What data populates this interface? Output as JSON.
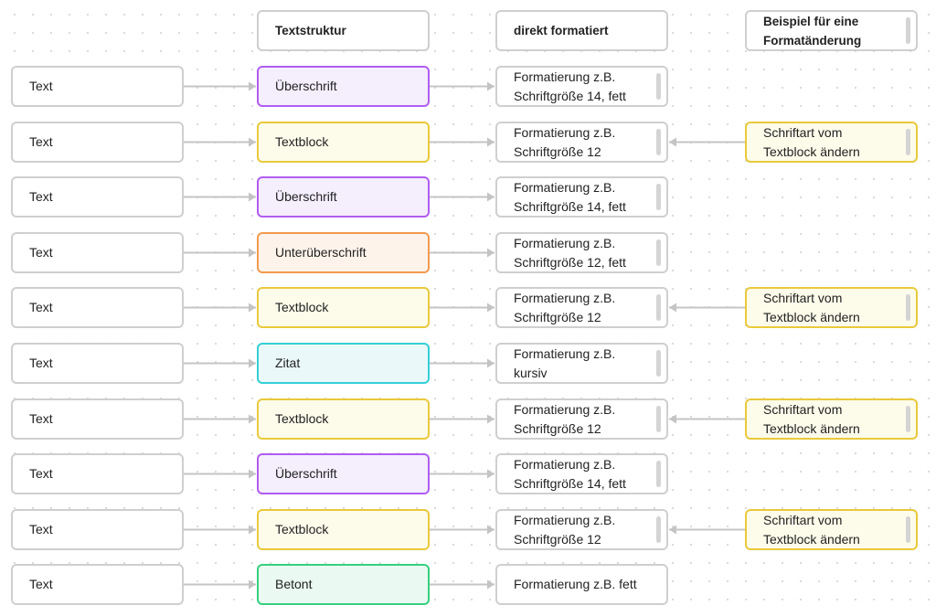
{
  "headers": {
    "structure": "Textstruktur",
    "direct": "direkt formatiert",
    "example": "Beispiel für eine\nFormatänderung"
  },
  "colors": {
    "heading": {
      "border": "#b15cf0",
      "fill": "#f4eefd"
    },
    "textblock": {
      "border": "#e9c93a",
      "fill": "#fdfbea"
    },
    "subheading": {
      "border": "#f39a4e",
      "fill": "#fef3ea"
    },
    "quote": {
      "border": "#34cfd6",
      "fill": "#eaf8f9"
    },
    "emphasis": {
      "border": "#34d07e",
      "fill": "#eaf9f1"
    },
    "neutral": {
      "border": "#cfcfcf",
      "fill": "#ffffff"
    },
    "connector": "#c4c4c4"
  },
  "rows": [
    {
      "source": "Text",
      "structure": "Überschrift",
      "kind": "heading",
      "format": "Formatierung z.B.\nSchriftgröße 14, fett",
      "example": null
    },
    {
      "source": "Text",
      "structure": "Textblock",
      "kind": "textblock",
      "format": "Formatierung z.B.\nSchriftgröße 12",
      "example": "Schriftart vom\nTextblock ändern"
    },
    {
      "source": "Text",
      "structure": "Überschrift",
      "kind": "heading",
      "format": "Formatierung z.B.\nSchriftgröße 14, fett",
      "example": null
    },
    {
      "source": "Text",
      "structure": "Unterüberschrift",
      "kind": "subheading",
      "format": "Formatierung z.B.\nSchriftgröße 12, fett",
      "example": null
    },
    {
      "source": "Text",
      "structure": "Textblock",
      "kind": "textblock",
      "format": "Formatierung z.B.\nSchriftgröße 12",
      "example": "Schriftart vom\nTextblock ändern"
    },
    {
      "source": "Text",
      "structure": "Zitat",
      "kind": "quote",
      "format": "Formatierung z.B.\nkursiv",
      "example": null
    },
    {
      "source": "Text",
      "structure": "Textblock",
      "kind": "textblock",
      "format": "Formatierung z.B.\nSchriftgröße 12",
      "example": "Schriftart vom\nTextblock ändern"
    },
    {
      "source": "Text",
      "structure": "Überschrift",
      "kind": "heading",
      "format": "Formatierung z.B.\nSchriftgröße 14, fett",
      "example": null
    },
    {
      "source": "Text",
      "structure": "Textblock",
      "kind": "textblock",
      "format": "Formatierung z.B.\nSchriftgröße 12",
      "example": "Schriftart vom\nTextblock ändern"
    },
    {
      "source": "Text",
      "structure": "Betont",
      "kind": "emphasis",
      "format": "Formatierung z.B. fett",
      "example": null
    }
  ]
}
